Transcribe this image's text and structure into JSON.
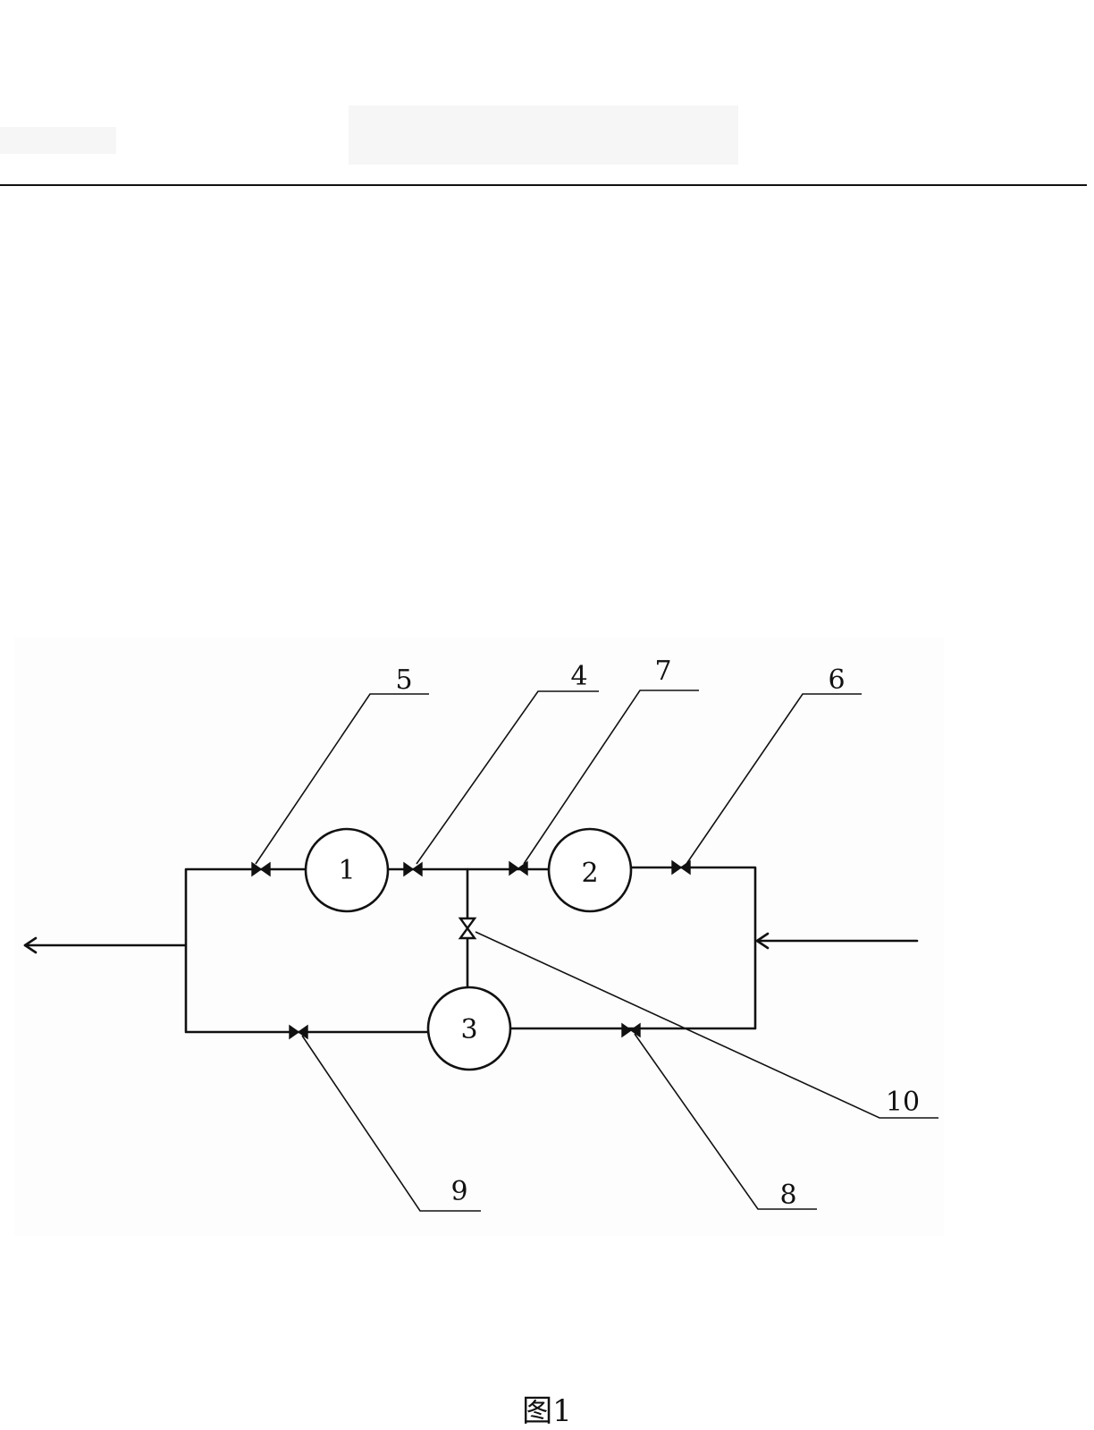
{
  "diagram": {
    "components": [
      {
        "id": "circle-1",
        "label": "1"
      },
      {
        "id": "circle-2",
        "label": "2"
      },
      {
        "id": "circle-3",
        "label": "3"
      }
    ],
    "callouts": [
      {
        "id": "callout-4",
        "label": "4"
      },
      {
        "id": "callout-5",
        "label": "5"
      },
      {
        "id": "callout-6",
        "label": "6"
      },
      {
        "id": "callout-7",
        "label": "7"
      },
      {
        "id": "callout-8",
        "label": "8"
      },
      {
        "id": "callout-9",
        "label": "9"
      },
      {
        "id": "callout-10",
        "label": "10"
      }
    ],
    "caption": "图1"
  }
}
